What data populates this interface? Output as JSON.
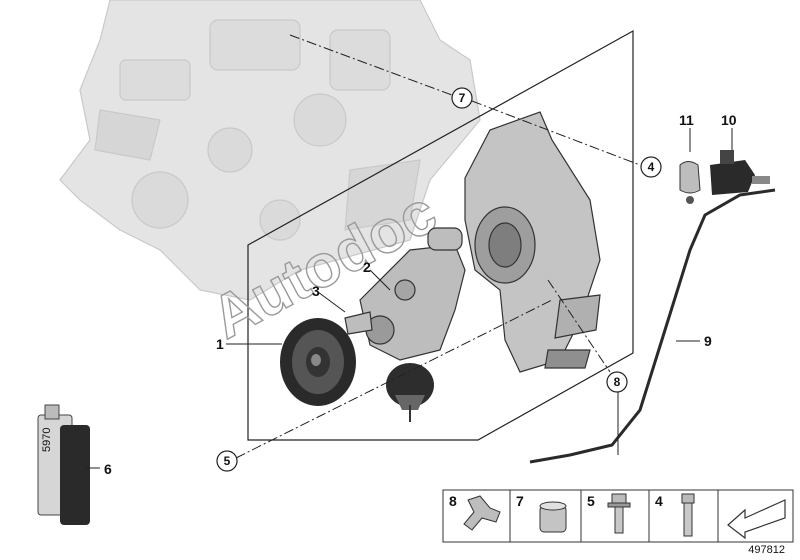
{
  "watermark": "Autodoc",
  "callouts": {
    "c1": "1",
    "c2": "2",
    "c3": "3",
    "c4": "4",
    "c5": "5",
    "c6": "6",
    "c7": "7",
    "c8": "8",
    "c9": "9",
    "c10": "10",
    "c11": "11"
  },
  "cartridge_label": "5970",
  "parts_table": {
    "cells": [
      "8",
      "7",
      "5",
      "4"
    ]
  },
  "document_number": "497812"
}
